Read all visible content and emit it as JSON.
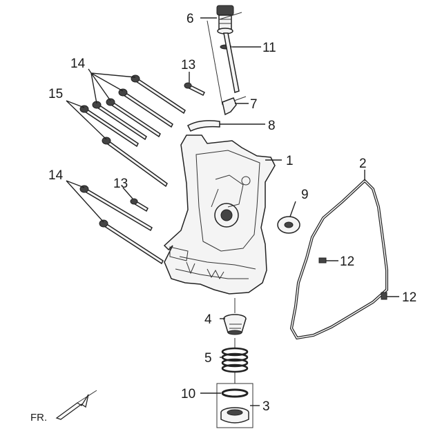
{
  "callouts": {
    "c1": "1",
    "c2": "2",
    "c3": "3",
    "c4": "4",
    "c5": "5",
    "c6": "6",
    "c7": "7",
    "c8": "8",
    "c9": "9",
    "c10": "10",
    "c11": "11",
    "c12a": "12",
    "c12b": "12",
    "c13a": "13",
    "c13b": "13",
    "c14a": "14",
    "c14b": "14",
    "c15": "15"
  },
  "direction_label": "FR."
}
